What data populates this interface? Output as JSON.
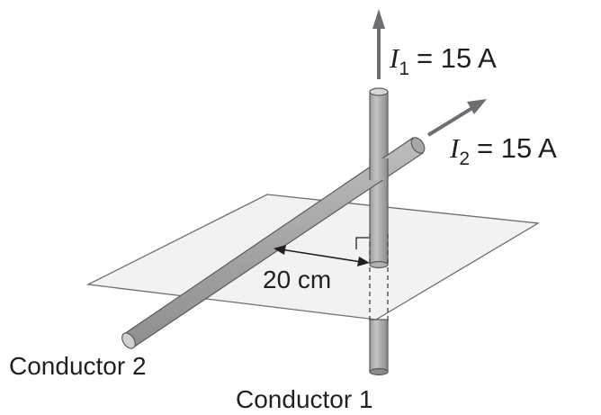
{
  "current1": {
    "symbol": "I",
    "subscript": "1",
    "value": "= 15 A"
  },
  "current2": {
    "symbol": "I",
    "subscript": "2",
    "value": "= 15 A"
  },
  "distance_label": "20 cm",
  "conductor2_label": "Conductor 2",
  "conductor1_label": "Conductor 1"
}
